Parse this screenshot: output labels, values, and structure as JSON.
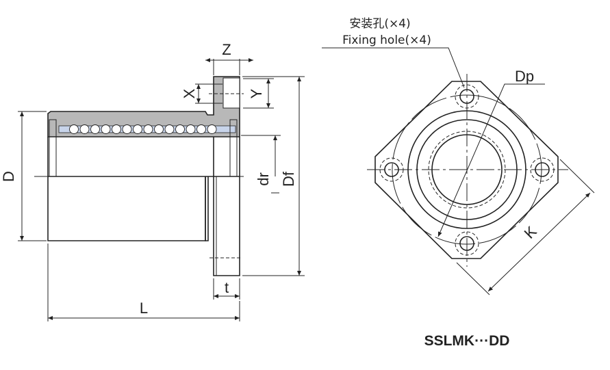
{
  "side_view": {
    "dims": {
      "z": "Z",
      "x": "X",
      "y": "Y",
      "d": "D",
      "dr": "dr",
      "df": "Df",
      "t": "t",
      "l": "L"
    }
  },
  "front_view": {
    "note_cn": "安装孔(×4)",
    "note_en": "Fixing hole(×4)",
    "dp": "Dp",
    "k": "K"
  },
  "model_name": "SSLMK···DD",
  "colors": {
    "shell": "#b8b8b8",
    "retainer": "#c8d4ea",
    "line": "#222222"
  }
}
